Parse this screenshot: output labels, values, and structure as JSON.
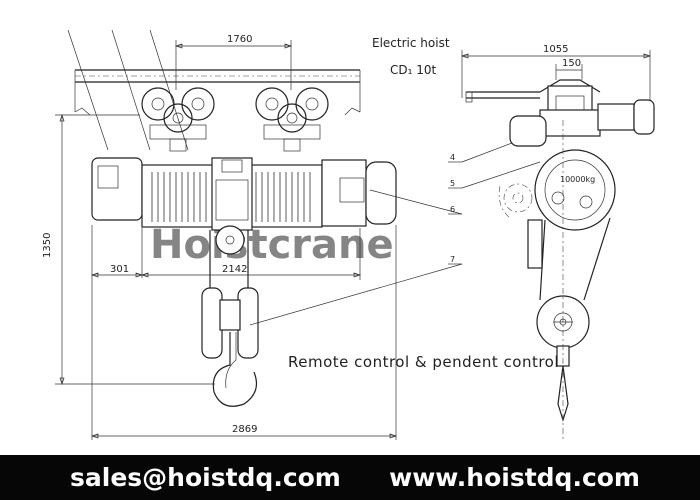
{
  "title": {
    "line1": "Electric hoist",
    "line2": "CD₁ 10t"
  },
  "dimensions": {
    "trolley_wheelbase": "1760",
    "overall_height": "1350",
    "end_offset": "301",
    "drum_span": "2142",
    "overall_length": "2869",
    "side_width": "1055",
    "side_small": "150"
  },
  "load_label": "10000kg",
  "callouts": [
    "4",
    "5",
    "6",
    "7"
  ],
  "remote_text": "Remote control & pendent control",
  "watermark": "Hoistcrane",
  "footer": {
    "email": "sales@hoistdq.com",
    "website": "www.hoistdq.com"
  }
}
